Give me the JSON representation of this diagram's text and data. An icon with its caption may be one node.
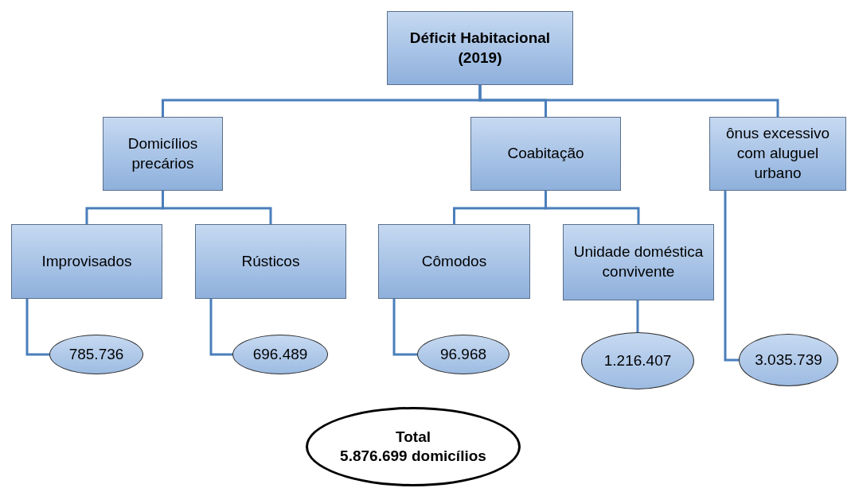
{
  "diagram": {
    "nodes": [
      {
        "text": [
          "Déficit Habitacional (2019)"
        ]
      },
      {
        "text": [
          "Domicílios precários"
        ]
      },
      {
        "text": [
          "Coabitação"
        ]
      },
      {
        "text": [
          "ônus excessivo com aluguel urbano"
        ]
      },
      {
        "text": [
          "Improvisados"
        ]
      },
      {
        "text": [
          "Rústicos"
        ]
      },
      {
        "text": [
          "Cômodos"
        ]
      },
      {
        "text": [
          "Unidade doméstica convivente"
        ]
      },
      {
        "text": [
          "785.736"
        ]
      },
      {
        "text": [
          "696.489"
        ]
      },
      {
        "text": [
          "96.968"
        ]
      },
      {
        "text": [
          "1.216.407"
        ]
      },
      {
        "text": [
          "3.035.739"
        ]
      },
      {
        "text": [
          "Total",
          "5.876.699 domicílios"
        ]
      }
    ],
    "edges": [
      {
        "from": 0,
        "to": 1,
        "arrow": "none"
      },
      {
        "from": 0,
        "to": 2,
        "arrow": "none"
      },
      {
        "from": 0,
        "to": 3,
        "arrow": "none"
      },
      {
        "from": 1,
        "to": 4,
        "arrow": "none"
      },
      {
        "from": 1,
        "to": 5,
        "arrow": "none"
      },
      {
        "from": 2,
        "to": 6,
        "arrow": "none"
      },
      {
        "from": 2,
        "to": 7,
        "arrow": "none"
      },
      {
        "from": 4,
        "to": 8,
        "arrow": "none"
      },
      {
        "from": 5,
        "to": 9,
        "arrow": "none"
      },
      {
        "from": 6,
        "to": 10,
        "arrow": "none"
      },
      {
        "from": 7,
        "to": 11,
        "arrow": "none"
      },
      {
        "from": 3,
        "to": 12,
        "arrow": "none"
      }
    ]
  }
}
